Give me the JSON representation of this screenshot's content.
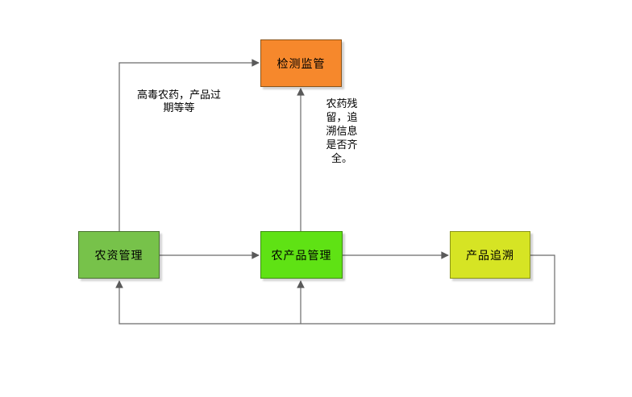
{
  "diagram": {
    "type": "flowchart",
    "background": "#ffffff",
    "line_color": "#6b6b6b",
    "arrow_color": "#5a5a5a",
    "text_color": "#000000",
    "nodes": [
      {
        "id": "inspection-supervision",
        "label": "检测监管",
        "fill": "#f6882c",
        "border": "#8c5418"
      },
      {
        "id": "agri-material-mgmt",
        "label": "农资管理",
        "fill": "#77c24a",
        "border": "#49712f"
      },
      {
        "id": "agri-product-mgmt",
        "label": "农产品管理",
        "fill": "#5fe214",
        "border": "#3e8e10"
      },
      {
        "id": "product-traceability",
        "label": "产品追溯",
        "fill": "#d6e424",
        "border": "#8a9318"
      }
    ],
    "notes": [
      {
        "id": "note-left",
        "text": "高毒农药，产品过\n期等等"
      },
      {
        "id": "note-middle",
        "text": "农药残\n留，追\n溯信息\n是否齐\n全。"
      }
    ],
    "connectors": [
      {
        "from": "农资管理",
        "to": "检测监管",
        "style": "elbow-up-right-arrow"
      },
      {
        "from": "农产品管理",
        "to": "检测监管",
        "style": "straight-up-arrow"
      },
      {
        "from": "农资管理",
        "to": "农产品管理",
        "style": "straight-right-arrow"
      },
      {
        "from": "农产品管理",
        "to": "产品追溯",
        "style": "straight-right-arrow"
      },
      {
        "from": "产品追溯",
        "to": "农产品管理",
        "style": "elbow-right-down-left-up-arrow"
      },
      {
        "from": "产品追溯",
        "to": "农资管理",
        "style": "elbow-right-down-left-up-arrow"
      }
    ]
  }
}
